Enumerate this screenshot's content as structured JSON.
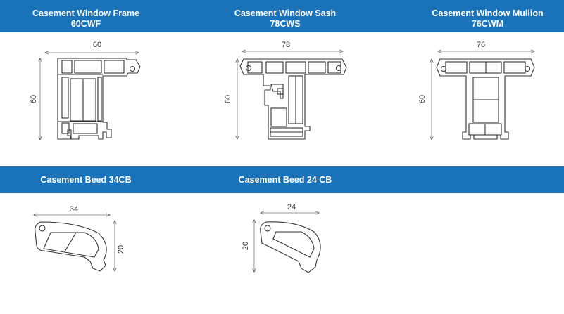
{
  "colors": {
    "header_band": "#1a73b8",
    "header_text": "#ffffff",
    "line": "#333333"
  },
  "profiles": [
    {
      "title": "Casement Window Frame",
      "code": "60CWF",
      "width_dim": "60",
      "height_dim": "60"
    },
    {
      "title": "Casement Window Sash",
      "code": "78CWS",
      "width_dim": "78",
      "height_dim": "60"
    },
    {
      "title": "Casement Window Mullion",
      "code": "76CWM",
      "width_dim": "76",
      "height_dim": "60"
    }
  ],
  "beads": [
    {
      "title": "Casement Beed 34CB",
      "width_dim": "34",
      "height_dim": "20"
    },
    {
      "title": "Casement Beed 24 CB",
      "width_dim": "24",
      "height_dim": "20"
    }
  ]
}
